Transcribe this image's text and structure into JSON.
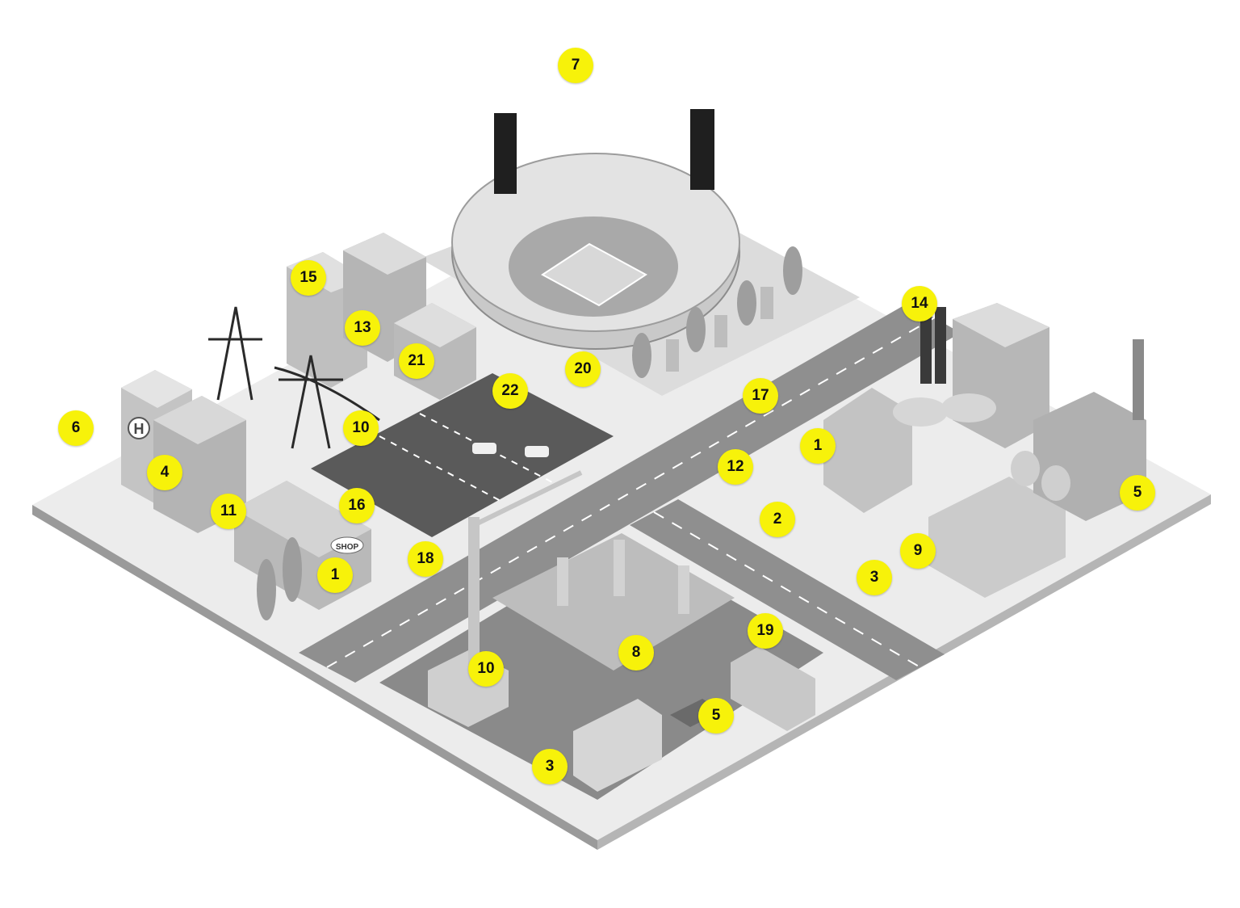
{
  "scene": {
    "shop_sign": "SHOP",
    "helipad_letter": "H"
  },
  "markers": [
    {
      "name": "marker-7-drone",
      "label": "7"
    },
    {
      "name": "marker-15-office-tower",
      "label": "15"
    },
    {
      "name": "marker-13-office-tower",
      "label": "13"
    },
    {
      "name": "marker-21-office-block",
      "label": "21"
    },
    {
      "name": "marker-20-stadium-plaza",
      "label": "20"
    },
    {
      "name": "marker-22-parking-lot",
      "label": "22"
    },
    {
      "name": "marker-14-factory-chimney",
      "label": "14"
    },
    {
      "name": "marker-6-street-lamp",
      "label": "6"
    },
    {
      "name": "marker-4-hospital",
      "label": "4"
    },
    {
      "name": "marker-10-power-pylon",
      "label": "10"
    },
    {
      "name": "marker-17-road-car",
      "label": "17"
    },
    {
      "name": "marker-1-factory-hall",
      "label": "1"
    },
    {
      "name": "marker-12-factory-gate",
      "label": "12"
    },
    {
      "name": "marker-11-cafe",
      "label": "11"
    },
    {
      "name": "marker-16-parking-entrance",
      "label": "16"
    },
    {
      "name": "marker-2-barrier",
      "label": "2"
    },
    {
      "name": "marker-5-factory-tanks",
      "label": "5"
    },
    {
      "name": "marker-18-taxi",
      "label": "18"
    },
    {
      "name": "marker-1-shop",
      "label": "1"
    },
    {
      "name": "marker-9-factory-unit",
      "label": "9"
    },
    {
      "name": "marker-3-factory-yard",
      "label": "3"
    },
    {
      "name": "marker-19-site-road",
      "label": "19"
    },
    {
      "name": "marker-8-construction",
      "label": "8"
    },
    {
      "name": "marker-10-site-office",
      "label": "10"
    },
    {
      "name": "marker-5-gravel-pile",
      "label": "5"
    },
    {
      "name": "marker-3-site-truck",
      "label": "3"
    }
  ]
}
